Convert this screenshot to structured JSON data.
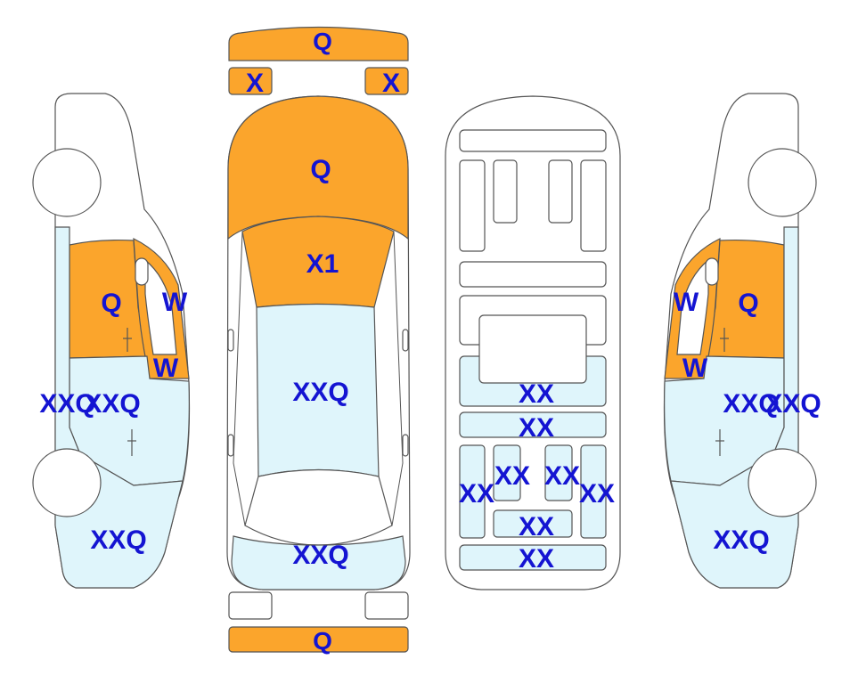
{
  "colors": {
    "orange": "#FBA52C",
    "light_blue": "#DFF5FB",
    "outline": "#555555",
    "label": "#1414D2",
    "white": "#ffffff"
  },
  "labels": {
    "front_bumper": "Q",
    "front_left_lamp": "X",
    "front_right_lamp": "X",
    "hood": "Q",
    "windshield": "X1",
    "roof": "XXQ",
    "trunk_lid": "XXQ",
    "rear_bumper": "Q",
    "left_front_door": "Q",
    "left_window_upper": "W",
    "left_window_lower": "W",
    "left_rear_door_a": "XXQ",
    "left_rear_door_b": "XXQ",
    "left_quarter": "XXQ",
    "right_front_door": "Q",
    "right_window_upper": "W",
    "right_window_lower": "W",
    "right_rear_door_a": "XXQ",
    "right_rear_door_b": "XXQ",
    "right_quarter": "XXQ",
    "floor_1": "XX",
    "floor_2": "XX",
    "floor_left_rail": "XX",
    "floor_left_mid": "XX",
    "floor_right_mid": "XX",
    "floor_right_rail": "XX",
    "floor_3": "XX",
    "floor_4": "XX"
  }
}
